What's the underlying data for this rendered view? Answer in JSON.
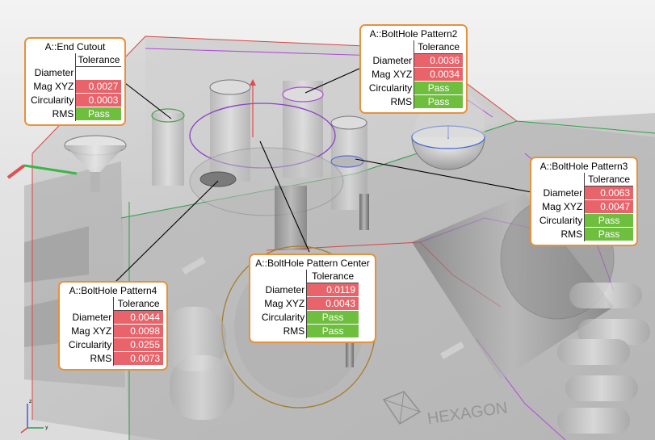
{
  "viewport": {
    "watermark": "HEXAGON"
  },
  "callouts": [
    {
      "id": "end-cutout",
      "title": "A::End Cutout",
      "header": "Tolerance",
      "rows": [
        {
          "label": "Diameter",
          "value": "",
          "status": "empty"
        },
        {
          "label": "Mag XYZ",
          "value": "0.0027",
          "status": "fail"
        },
        {
          "label": "Circularity",
          "value": "0.0003",
          "status": "fail"
        },
        {
          "label": "RMS",
          "value": "Pass",
          "status": "pass"
        }
      ]
    },
    {
      "id": "bolthole-pattern2",
      "title": "A::BoltHole Pattern2",
      "header": "Tolerance",
      "rows": [
        {
          "label": "Diameter",
          "value": "0.0036",
          "status": "fail"
        },
        {
          "label": "Mag XYZ",
          "value": "0.0034",
          "status": "fail"
        },
        {
          "label": "Circularity",
          "value": "Pass",
          "status": "pass"
        },
        {
          "label": "RMS",
          "value": "Pass",
          "status": "pass"
        }
      ]
    },
    {
      "id": "bolthole-pattern3",
      "title": "A::BoltHole Pattern3",
      "header": "Tolerance",
      "rows": [
        {
          "label": "Diameter",
          "value": "0.0063",
          "status": "fail"
        },
        {
          "label": "Mag XYZ",
          "value": "0.0047",
          "status": "fail"
        },
        {
          "label": "Circularity",
          "value": "Pass",
          "status": "pass"
        },
        {
          "label": "RMS",
          "value": "Pass",
          "status": "pass"
        }
      ]
    },
    {
      "id": "bolthole-pattern-center",
      "title": "A::BoltHole Pattern Center",
      "header": "Tolerance",
      "rows": [
        {
          "label": "Diameter",
          "value": "0.0119",
          "status": "fail"
        },
        {
          "label": "Mag XYZ",
          "value": "0.0043",
          "status": "fail"
        },
        {
          "label": "Circularity",
          "value": "Pass",
          "status": "pass"
        },
        {
          "label": "RMS",
          "value": "Pass",
          "status": "pass"
        }
      ]
    },
    {
      "id": "bolthole-pattern4",
      "title": "A::BoltHole Pattern4",
      "header": "Tolerance",
      "rows": [
        {
          "label": "Diameter",
          "value": "0.0044",
          "status": "fail"
        },
        {
          "label": "Mag XYZ",
          "value": "0.0098",
          "status": "fail"
        },
        {
          "label": "Circularity",
          "value": "0.0255",
          "status": "fail"
        },
        {
          "label": "RMS",
          "value": "0.0073",
          "status": "fail"
        }
      ]
    }
  ],
  "triad": {
    "axis_z": "z",
    "axis_y": "y"
  },
  "colors": {
    "callout_border": "#e8913a",
    "fail": "#e8636a",
    "pass": "#6fbf3f"
  }
}
